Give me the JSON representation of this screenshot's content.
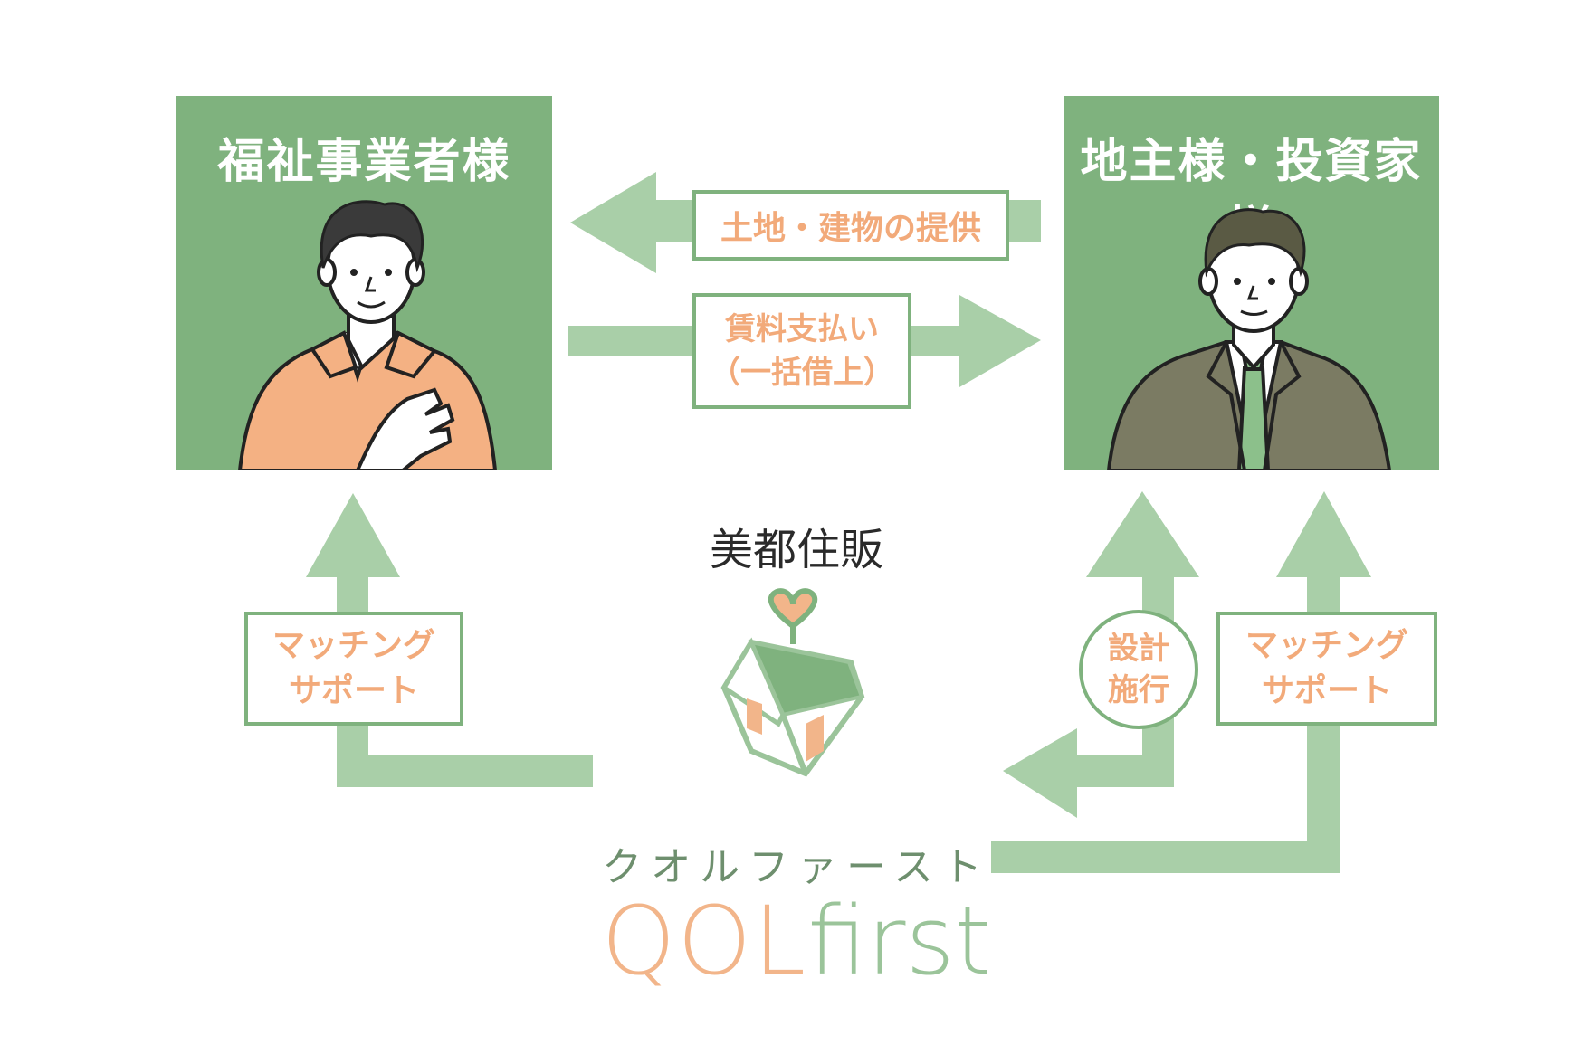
{
  "left_panel": {
    "title": "福祉事業者様"
  },
  "right_panel": {
    "title": "地主様・投資家様"
  },
  "flows": {
    "top_arrow_label": "土地・建物の提供",
    "middle_arrow_label_line1": "賃料支払い",
    "middle_arrow_label_line2": "（一括借上）",
    "left_support_line1": "マッチング",
    "left_support_line2": "サポート",
    "design_line1": "設計",
    "design_line2": "施行",
    "right_support_line1": "マッチング",
    "right_support_line2": "サポート"
  },
  "company": {
    "name": "美都住販"
  },
  "brand": {
    "kana": "クオルファースト",
    "latin_qol": "QOL",
    "latin_first": "first"
  },
  "colors": {
    "panel_green": "#7fb27e",
    "arrow_green": "#a9cfa8",
    "label_orange": "#f2aa7a",
    "shirt_orange": "#f4b183",
    "suit_gray": "#7b7b63"
  }
}
